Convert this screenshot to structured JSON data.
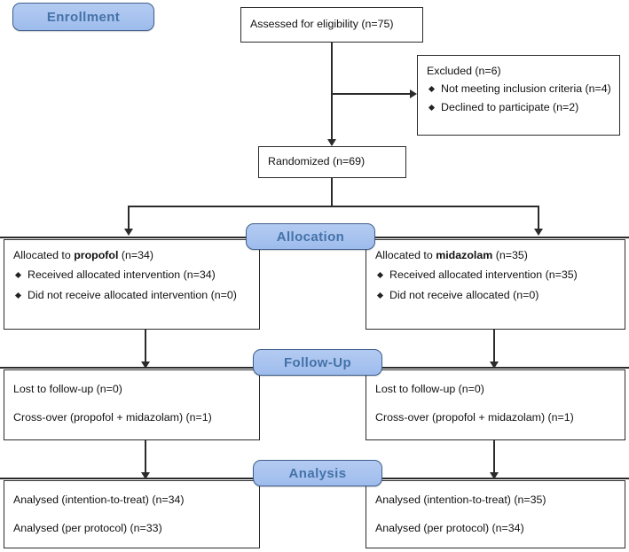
{
  "diagram": {
    "title": "CONSORT participant flow diagram",
    "accent_badge_fill": "#a8c3ef",
    "accent_badge_border": "#3f5e8c",
    "accent_badge_text": "#4472a8",
    "line_color": "#2b2b2b",
    "box_bg": "#ffffff"
  },
  "stages": {
    "enrollment": "Enrollment",
    "allocation": "Allocation",
    "followup": "Follow-Up",
    "analysis": "Analysis"
  },
  "enrollment": {
    "assessed": "Assessed for eligibility (n=75)",
    "excluded_title": "Excluded (n=6)",
    "excluded_reasons": [
      "Not meeting inclusion criteria (n=4)",
      "Declined to participate (n=2)"
    ],
    "randomized": "Randomized (n=69)"
  },
  "allocation": {
    "left": {
      "heading_prefix": "Allocated to ",
      "heading_drug": "propofol",
      "heading_suffix": " (n=34)",
      "items": [
        "Received allocated intervention (n=34)",
        "Did not receive allocated intervention (n=0)"
      ]
    },
    "right": {
      "heading_prefix": "Allocated to ",
      "heading_drug": "midazolam",
      "heading_suffix": " (n=35)",
      "items": [
        "Received allocated intervention (n=35)",
        "Did not receive allocated (n=0)"
      ]
    }
  },
  "followup": {
    "left": {
      "lost": "Lost to follow-up (n=0)",
      "crossover": "Cross-over (propofol + midazolam) (n=1)"
    },
    "right": {
      "lost": "Lost to follow-up (n=0)",
      "crossover": "Cross-over (propofol + midazolam) (n=1)"
    }
  },
  "analysis": {
    "left": {
      "itt": "Analysed (intention-to-treat) (n=34)",
      "pp": "Analysed (per protocol) (n=33)"
    },
    "right": {
      "itt": "Analysed (intention-to-treat) (n=35)",
      "pp": "Analysed (per protocol) (n=34)"
    }
  }
}
